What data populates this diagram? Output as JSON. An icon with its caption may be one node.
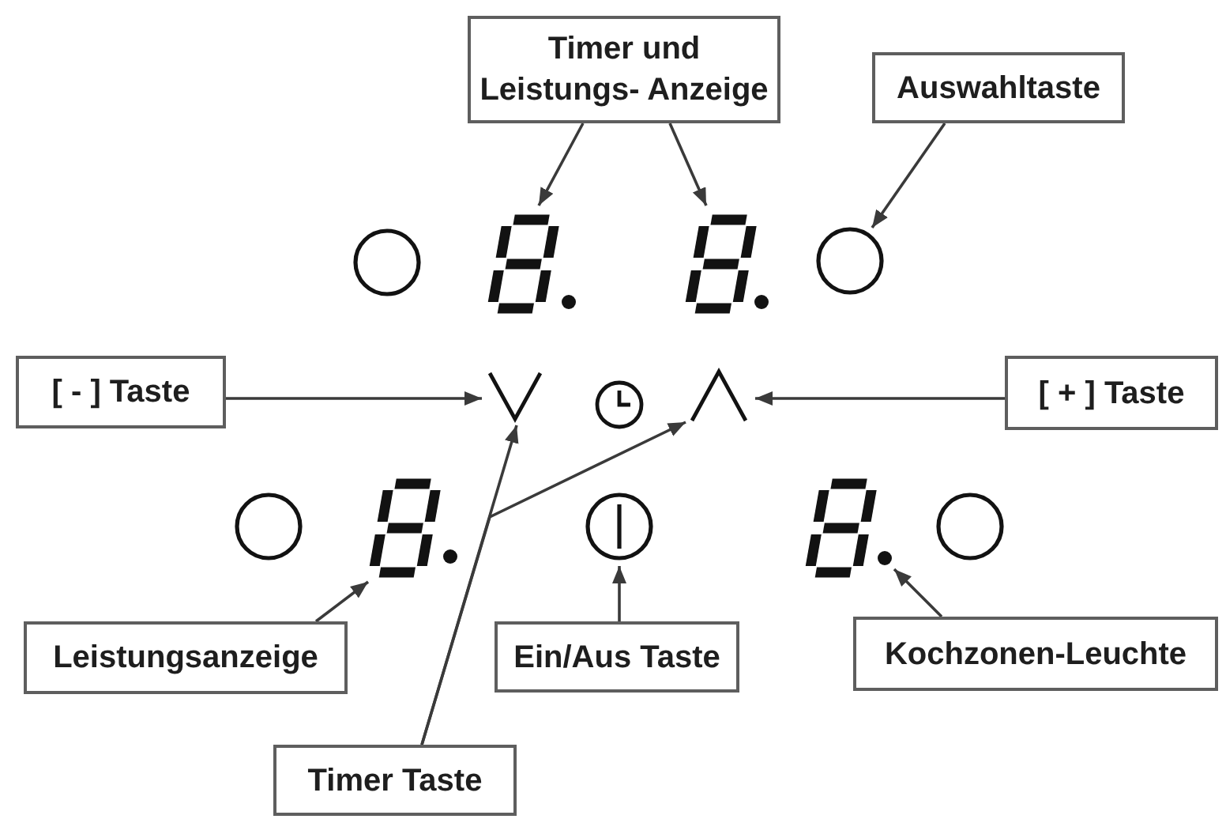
{
  "diagram": {
    "nodes": [
      {
        "text": [
          "Timer und Leistungs- Anzeige"
        ]
      },
      {
        "text": [
          "Auswahltaste"
        ]
      },
      {
        "text": [],
        "shape": "circle"
      },
      {
        "text": [],
        "shape": "display"
      },
      {
        "text": [],
        "shape": "dot"
      },
      {
        "text": [],
        "shape": "display"
      },
      {
        "text": [],
        "shape": "dot"
      },
      {
        "text": [],
        "shape": "circle"
      },
      {
        "text": [
          "[ - ] Taste"
        ]
      },
      {
        "text": [],
        "shape": "chevron"
      },
      {
        "text": [],
        "shape": "clock"
      },
      {
        "text": [],
        "shape": "chevron"
      },
      {
        "text": [
          "[ + ] Taste"
        ]
      },
      {
        "text": [],
        "shape": "circle"
      },
      {
        "text": [],
        "shape": "display"
      },
      {
        "text": [],
        "shape": "dot"
      },
      {
        "text": [],
        "shape": "power"
      },
      {
        "text": [],
        "shape": "display"
      },
      {
        "text": [],
        "shape": "dot"
      },
      {
        "text": [],
        "shape": "circle"
      },
      {
        "text": [
          "Leistungsanzeige"
        ]
      },
      {
        "text": [
          "Ein/Aus Taste"
        ]
      },
      {
        "text": [
          "Kochzonen-Leuchte"
        ]
      },
      {
        "text": [
          "Timer Taste"
        ]
      }
    ],
    "edges": [
      {
        "from": 0,
        "to": 3,
        "arrow": "to"
      },
      {
        "from": 0,
        "to": 5,
        "arrow": "to"
      },
      {
        "from": 1,
        "to": 7,
        "arrow": "to"
      },
      {
        "from": 8,
        "to": 9,
        "arrow": "to"
      },
      {
        "from": 12,
        "to": 11,
        "arrow": "to"
      },
      {
        "from": 20,
        "to": 14,
        "arrow": "to"
      },
      {
        "from": 21,
        "to": 16,
        "arrow": "to"
      },
      {
        "from": 22,
        "to": 18,
        "arrow": "to"
      },
      {
        "from": 23,
        "to": 9,
        "arrow": "to"
      },
      {
        "from": 23,
        "to": 11,
        "arrow": "to"
      }
    ]
  }
}
